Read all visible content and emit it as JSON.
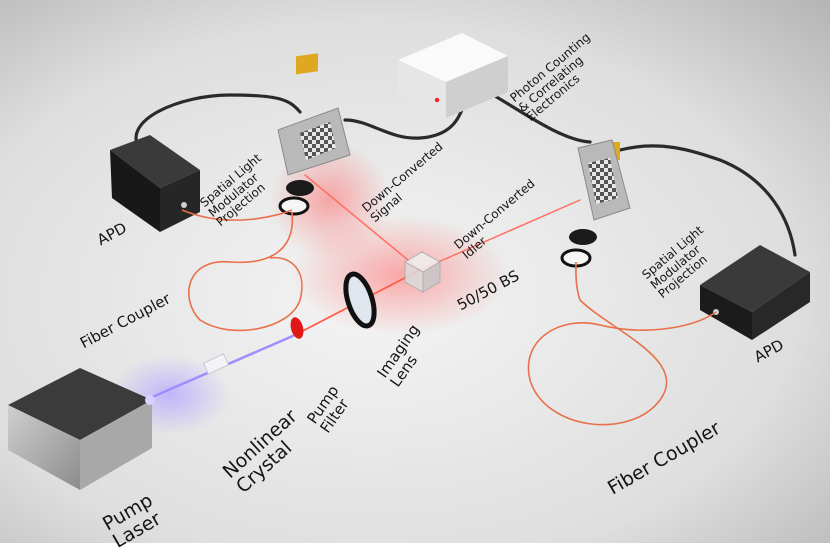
{
  "labels": {
    "photon_counting": [
      "Photon Counting",
      "& Correlating",
      "Electronics"
    ],
    "slm_left": [
      "Spatial Light",
      "Modulator",
      "Projection"
    ],
    "slm_right": [
      "Spatial Light",
      "Modulator",
      "Projection"
    ],
    "down_converted_signal": [
      "Down-Converted",
      "Signal"
    ],
    "down_converted_idler": [
      "Down-Converted",
      "Idler"
    ],
    "apd_left": "APD",
    "apd_right": "APD",
    "beam_splitter": "50/50 BS",
    "fiber_coupler_left": "Fiber Coupler",
    "fiber_coupler_right": "Fiber Coupler",
    "imaging_lens": [
      "Imaging",
      "Lens"
    ],
    "pump_filter": [
      "Pump",
      "Filter"
    ],
    "nonlinear_crystal": [
      "Nonlinear",
      "Crystal"
    ],
    "pump_laser": [
      "Pump",
      "Laser"
    ]
  },
  "colors": {
    "pump_beam": "#9f8cff",
    "downconverted_beam": "#ff5a4a",
    "fiber": "#e8704a",
    "pump_filter": "#e01818",
    "indicator_led": "#ff2020"
  }
}
